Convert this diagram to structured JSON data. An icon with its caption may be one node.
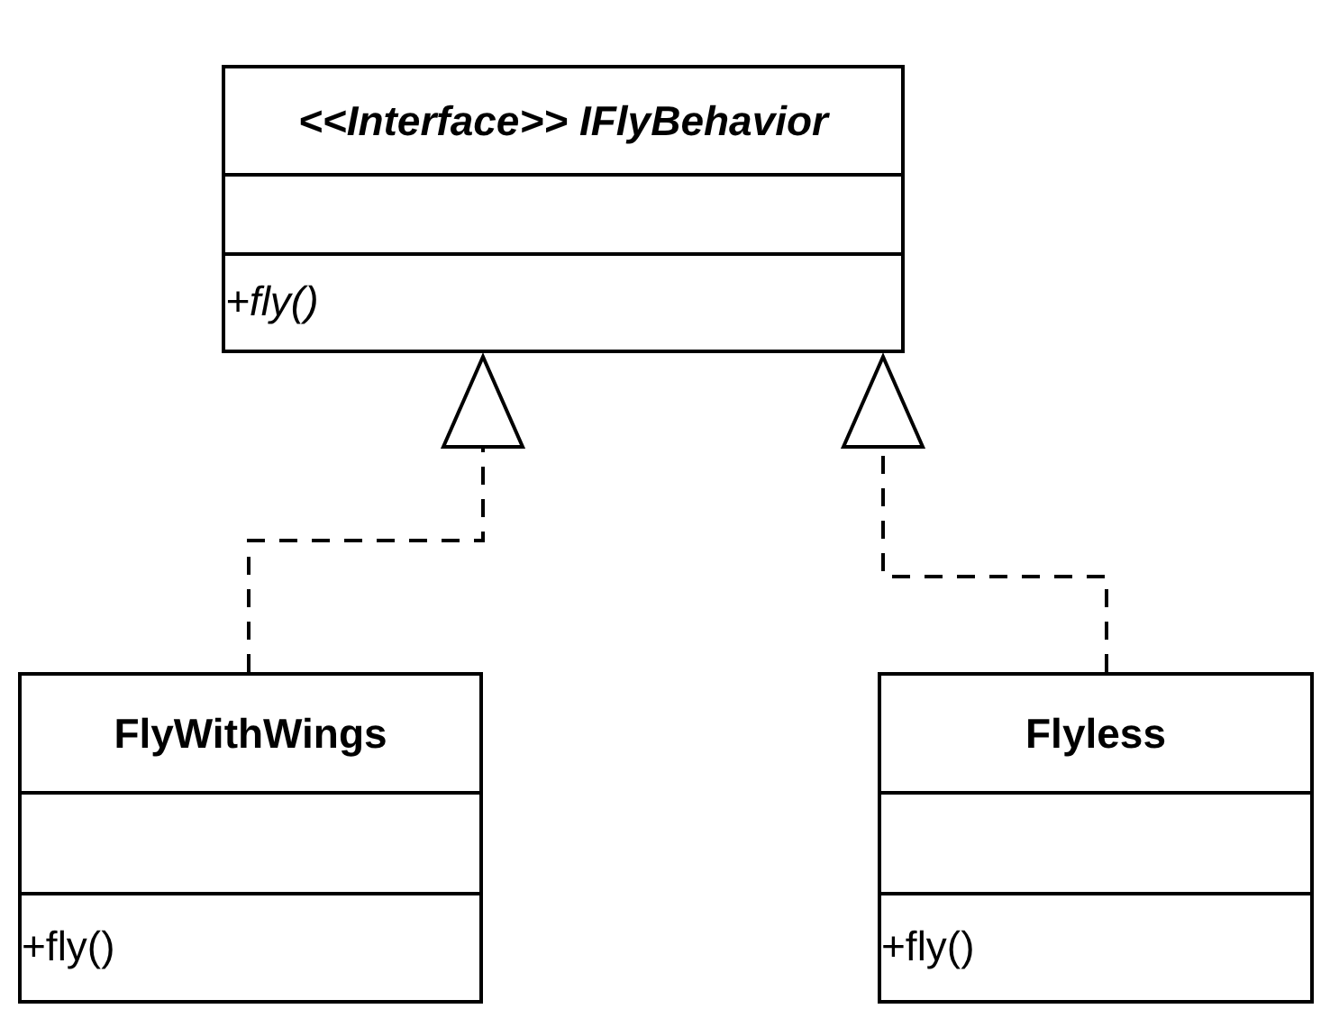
{
  "diagram": {
    "nodes": [
      {
        "text": [
          "<<Interface>> IFlyBehavior",
          "+fly()"
        ]
      },
      {
        "text": [
          "FlyWithWings",
          "+fly()"
        ]
      },
      {
        "text": [
          "Flyless",
          "+fly()"
        ]
      }
    ],
    "edges": [
      {
        "from": 1,
        "to": 0,
        "arrow": "to",
        "style": "dashed"
      },
      {
        "from": 2,
        "to": 0,
        "arrow": "to",
        "style": "dashed"
      }
    ]
  }
}
